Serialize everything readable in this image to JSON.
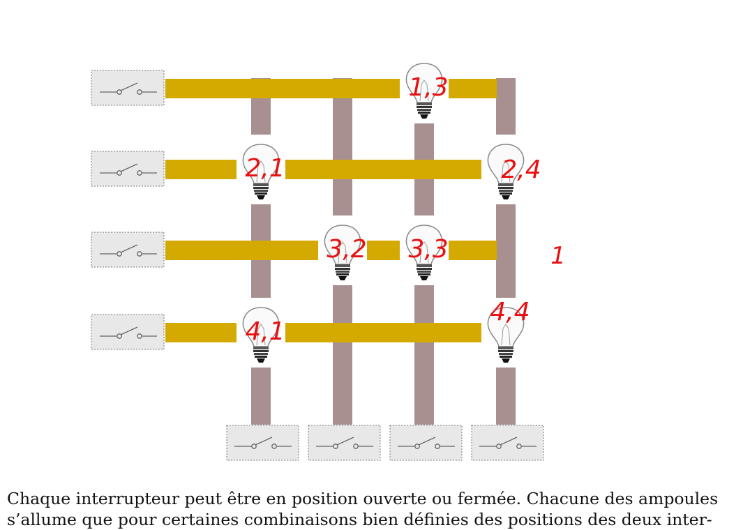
{
  "colors": {
    "row_wire": "#d4aa00",
    "col_wire": "#a89090",
    "switch_bg": "#e8e8e8",
    "annotation": "#e81010"
  },
  "diagram": {
    "row_switches": [
      {
        "name": "row-switch-1"
      },
      {
        "name": "row-switch-2"
      },
      {
        "name": "row-switch-3"
      },
      {
        "name": "row-switch-4"
      }
    ],
    "col_switches": [
      {
        "name": "col-switch-1"
      },
      {
        "name": "col-switch-2"
      },
      {
        "name": "col-switch-3"
      },
      {
        "name": "col-switch-4"
      }
    ],
    "bulbs": [
      {
        "row": 1,
        "col": 3,
        "label": "1,3"
      },
      {
        "row": 2,
        "col": 1,
        "label": "2,1"
      },
      {
        "row": 2,
        "col": 4,
        "label": "2,4"
      },
      {
        "row": 3,
        "col": 2,
        "label": "3,2"
      },
      {
        "row": 3,
        "col": 3,
        "label": "3,3"
      },
      {
        "row": 4,
        "col": 1,
        "label": "4,1"
      },
      {
        "row": 4,
        "col": 4,
        "label": "4,4"
      }
    ],
    "side_mark": "1"
  },
  "text": {
    "line1": "Chaque interrupteur peut être en position ouverte ou fermée. Chacune des ampoules",
    "line2": "s’allume que pour certaines combinaisons bien définies des positions des deux inter-"
  }
}
